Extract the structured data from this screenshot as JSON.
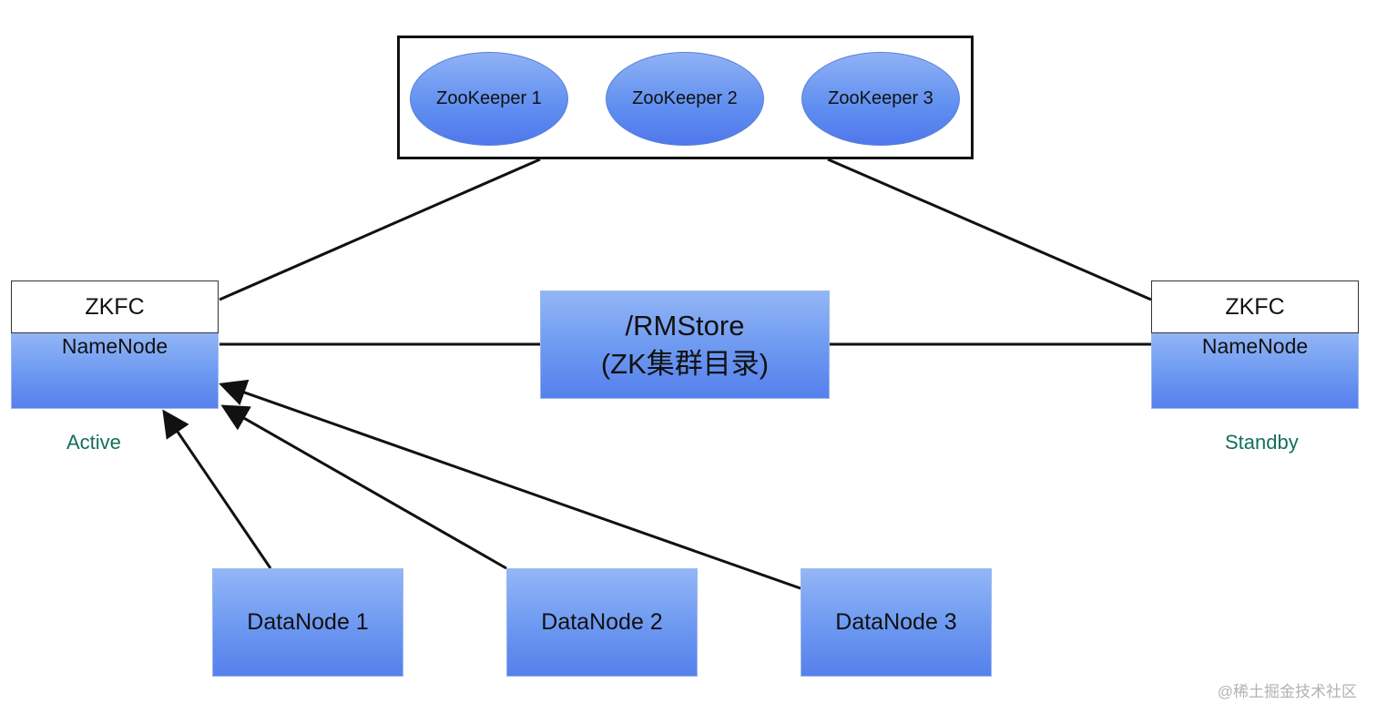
{
  "zookeeper_cluster": {
    "nodes": [
      "ZooKeeper 1",
      "ZooKeeper 2",
      "ZooKeeper 3"
    ]
  },
  "left_node": {
    "zkfc": "ZKFC",
    "namenode": "NameNode",
    "state": "Active"
  },
  "right_node": {
    "zkfc": "ZKFC",
    "namenode": "NameNode",
    "state": "Standby"
  },
  "store": {
    "line1": "/RMStore",
    "line2": "(ZK集群目录)"
  },
  "datanodes": [
    "DataNode 1",
    "DataNode 2",
    "DataNode 3"
  ],
  "watermark": "@稀土掘金技术社区",
  "colors": {
    "node_fill": "#6c98f1",
    "state_text": "#137059",
    "line": "#111111"
  }
}
